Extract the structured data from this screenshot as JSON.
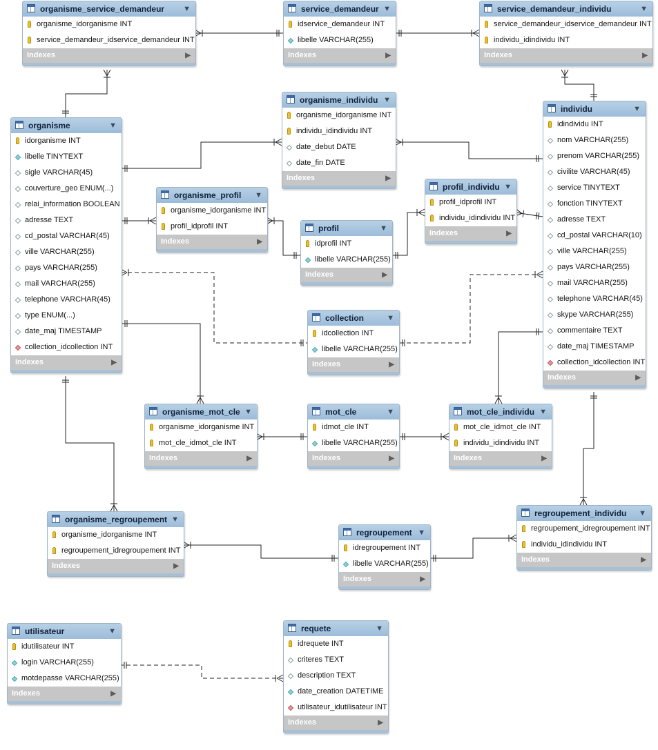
{
  "tables": [
    {
      "name": "organisme_service_demandeur",
      "columns": [
        {
          "label": "organisme_idorganisme INT",
          "icon": "key"
        },
        {
          "label": "service_demandeur_idservice_demandeur INT",
          "icon": "key"
        }
      ],
      "indexes_label": "Indexes"
    },
    {
      "name": "service_demandeur",
      "columns": [
        {
          "label": "idservice_demandeur INT",
          "icon": "key"
        },
        {
          "label": "libelle VARCHAR(255)",
          "icon": "notnull"
        }
      ],
      "indexes_label": "Indexes"
    },
    {
      "name": "service_demandeur_individu",
      "columns": [
        {
          "label": "service_demandeur_idservice_demandeur INT",
          "icon": "key"
        },
        {
          "label": "individu_idindividu INT",
          "icon": "key"
        }
      ],
      "indexes_label": "Indexes"
    },
    {
      "name": "organisme",
      "columns": [
        {
          "label": "idorganisme INT",
          "icon": "key"
        },
        {
          "label": "libelle TINYTEXT",
          "icon": "notnull"
        },
        {
          "label": "sigle VARCHAR(45)",
          "icon": "nullable"
        },
        {
          "label": "couverture_geo ENUM(...)",
          "icon": "nullable"
        },
        {
          "label": "relai_information BOOLEAN",
          "icon": "nullable"
        },
        {
          "label": "adresse TEXT",
          "icon": "nullable"
        },
        {
          "label": "cd_postal VARCHAR(45)",
          "icon": "nullable"
        },
        {
          "label": "ville VARCHAR(255)",
          "icon": "nullable"
        },
        {
          "label": "pays VARCHAR(255)",
          "icon": "nullable"
        },
        {
          "label": "mail VARCHAR(255)",
          "icon": "nullable"
        },
        {
          "label": "telephone VARCHAR(45)",
          "icon": "nullable"
        },
        {
          "label": "type ENUM(...)",
          "icon": "nullable"
        },
        {
          "label": "date_maj TIMESTAMP",
          "icon": "nullable"
        },
        {
          "label": "collection_idcollection INT",
          "icon": "fk"
        }
      ],
      "indexes_label": "Indexes"
    },
    {
      "name": "organisme_individu",
      "columns": [
        {
          "label": "organisme_idorganisme INT",
          "icon": "key"
        },
        {
          "label": "individu_idindividu INT",
          "icon": "key"
        },
        {
          "label": "date_debut DATE",
          "icon": "nullable"
        },
        {
          "label": "date_fin DATE",
          "icon": "nullable"
        }
      ],
      "indexes_label": "Indexes"
    },
    {
      "name": "individu",
      "columns": [
        {
          "label": "idindividu INT",
          "icon": "key"
        },
        {
          "label": "nom VARCHAR(255)",
          "icon": "nullable"
        },
        {
          "label": "prenom VARCHAR(255)",
          "icon": "nullable"
        },
        {
          "label": "civilite VARCHAR(45)",
          "icon": "nullable"
        },
        {
          "label": "service TINYTEXT",
          "icon": "nullable"
        },
        {
          "label": "fonction TINYTEXT",
          "icon": "nullable"
        },
        {
          "label": "adresse TEXT",
          "icon": "nullable"
        },
        {
          "label": "cd_postal VARCHAR(10)",
          "icon": "nullable"
        },
        {
          "label": "ville VARCHAR(255)",
          "icon": "nullable"
        },
        {
          "label": "pays VARCHAR(255)",
          "icon": "nullable"
        },
        {
          "label": "mail VARCHAR(255)",
          "icon": "nullable"
        },
        {
          "label": "telephone VARCHAR(45)",
          "icon": "nullable"
        },
        {
          "label": "skype VARCHAR(255)",
          "icon": "nullable"
        },
        {
          "label": "commentaire TEXT",
          "icon": "nullable"
        },
        {
          "label": "date_maj TIMESTAMP",
          "icon": "nullable"
        },
        {
          "label": "collection_idcollection INT",
          "icon": "fk"
        }
      ],
      "indexes_label": "Indexes"
    },
    {
      "name": "organisme_profil",
      "columns": [
        {
          "label": "organisme_idorganisme INT",
          "icon": "key"
        },
        {
          "label": "profil_idprofil INT",
          "icon": "key"
        }
      ],
      "indexes_label": "Indexes"
    },
    {
      "name": "profil_individu",
      "columns": [
        {
          "label": "profil_idprofil INT",
          "icon": "key"
        },
        {
          "label": "individu_idindividu INT",
          "icon": "key"
        }
      ],
      "indexes_label": "Indexes"
    },
    {
      "name": "profil",
      "columns": [
        {
          "label": "idprofil INT",
          "icon": "key"
        },
        {
          "label": "libelle VARCHAR(255)",
          "icon": "notnull"
        }
      ],
      "indexes_label": "Indexes"
    },
    {
      "name": "collection",
      "columns": [
        {
          "label": "idcollection INT",
          "icon": "key"
        },
        {
          "label": "libelle VARCHAR(255)",
          "icon": "notnull"
        }
      ],
      "indexes_label": "Indexes"
    },
    {
      "name": "organisme_mot_cle",
      "columns": [
        {
          "label": "organisme_idorganisme INT",
          "icon": "key"
        },
        {
          "label": "mot_cle_idmot_cle INT",
          "icon": "key"
        }
      ],
      "indexes_label": "Indexes"
    },
    {
      "name": "mot_cle",
      "columns": [
        {
          "label": "idmot_cle INT",
          "icon": "key"
        },
        {
          "label": "libelle VARCHAR(255)",
          "icon": "notnull"
        }
      ],
      "indexes_label": "Indexes"
    },
    {
      "name": "mot_cle_individu",
      "columns": [
        {
          "label": "mot_cle_idmot_cle INT",
          "icon": "key"
        },
        {
          "label": "individu_idindividu INT",
          "icon": "key"
        }
      ],
      "indexes_label": "Indexes"
    },
    {
      "name": "organisme_regroupement",
      "columns": [
        {
          "label": "organisme_idorganisme INT",
          "icon": "key"
        },
        {
          "label": "regroupement_idregroupement INT",
          "icon": "key"
        }
      ],
      "indexes_label": "Indexes"
    },
    {
      "name": "regroupement",
      "columns": [
        {
          "label": "idregroupement INT",
          "icon": "key"
        },
        {
          "label": "libelle VARCHAR(255)",
          "icon": "notnull"
        }
      ],
      "indexes_label": "Indexes"
    },
    {
      "name": "regroupement_individu",
      "columns": [
        {
          "label": "regroupement_idregroupement INT",
          "icon": "key"
        },
        {
          "label": "individu_idindividu INT",
          "icon": "key"
        }
      ],
      "indexes_label": "Indexes"
    },
    {
      "name": "utilisateur",
      "columns": [
        {
          "label": "idutilisateur INT",
          "icon": "key"
        },
        {
          "label": "login VARCHAR(255)",
          "icon": "notnull"
        },
        {
          "label": "motdepasse VARCHAR(255)",
          "icon": "notnull"
        }
      ],
      "indexes_label": "Indexes"
    },
    {
      "name": "requete",
      "columns": [
        {
          "label": "idrequete INT",
          "icon": "key"
        },
        {
          "label": "criteres TEXT",
          "icon": "nullable"
        },
        {
          "label": "description TEXT",
          "icon": "nullable"
        },
        {
          "label": "date_creation DATETIME",
          "icon": "notnull"
        },
        {
          "label": "utilisateur_idutilisateur INT",
          "icon": "fk"
        }
      ],
      "indexes_label": "Indexes"
    }
  ],
  "relationships": [
    {
      "from": "organisme_service_demandeur",
      "to": "organisme",
      "identifying": true
    },
    {
      "from": "organisme_service_demandeur",
      "to": "service_demandeur",
      "identifying": true
    },
    {
      "from": "service_demandeur_individu",
      "to": "service_demandeur",
      "identifying": true
    },
    {
      "from": "service_demandeur_individu",
      "to": "individu",
      "identifying": true
    },
    {
      "from": "organisme_individu",
      "to": "organisme",
      "identifying": true
    },
    {
      "from": "organisme_individu",
      "to": "individu",
      "identifying": true
    },
    {
      "from": "organisme_profil",
      "to": "organisme",
      "identifying": true
    },
    {
      "from": "organisme_profil",
      "to": "profil",
      "identifying": true
    },
    {
      "from": "profil_individu",
      "to": "profil",
      "identifying": true
    },
    {
      "from": "profil_individu",
      "to": "individu",
      "identifying": true
    },
    {
      "from": "organisme",
      "to": "collection",
      "identifying": false
    },
    {
      "from": "individu",
      "to": "collection",
      "identifying": false
    },
    {
      "from": "organisme_mot_cle",
      "to": "organisme",
      "identifying": true
    },
    {
      "from": "organisme_mot_cle",
      "to": "mot_cle",
      "identifying": true
    },
    {
      "from": "mot_cle_individu",
      "to": "mot_cle",
      "identifying": true
    },
    {
      "from": "mot_cle_individu",
      "to": "individu",
      "identifying": true
    },
    {
      "from": "organisme_regroupement",
      "to": "organisme",
      "identifying": true
    },
    {
      "from": "organisme_regroupement",
      "to": "regroupement",
      "identifying": true
    },
    {
      "from": "regroupement_individu",
      "to": "regroupement",
      "identifying": true
    },
    {
      "from": "regroupement_individu",
      "to": "individu",
      "identifying": true
    },
    {
      "from": "requete",
      "to": "utilisateur",
      "identifying": false
    }
  ]
}
